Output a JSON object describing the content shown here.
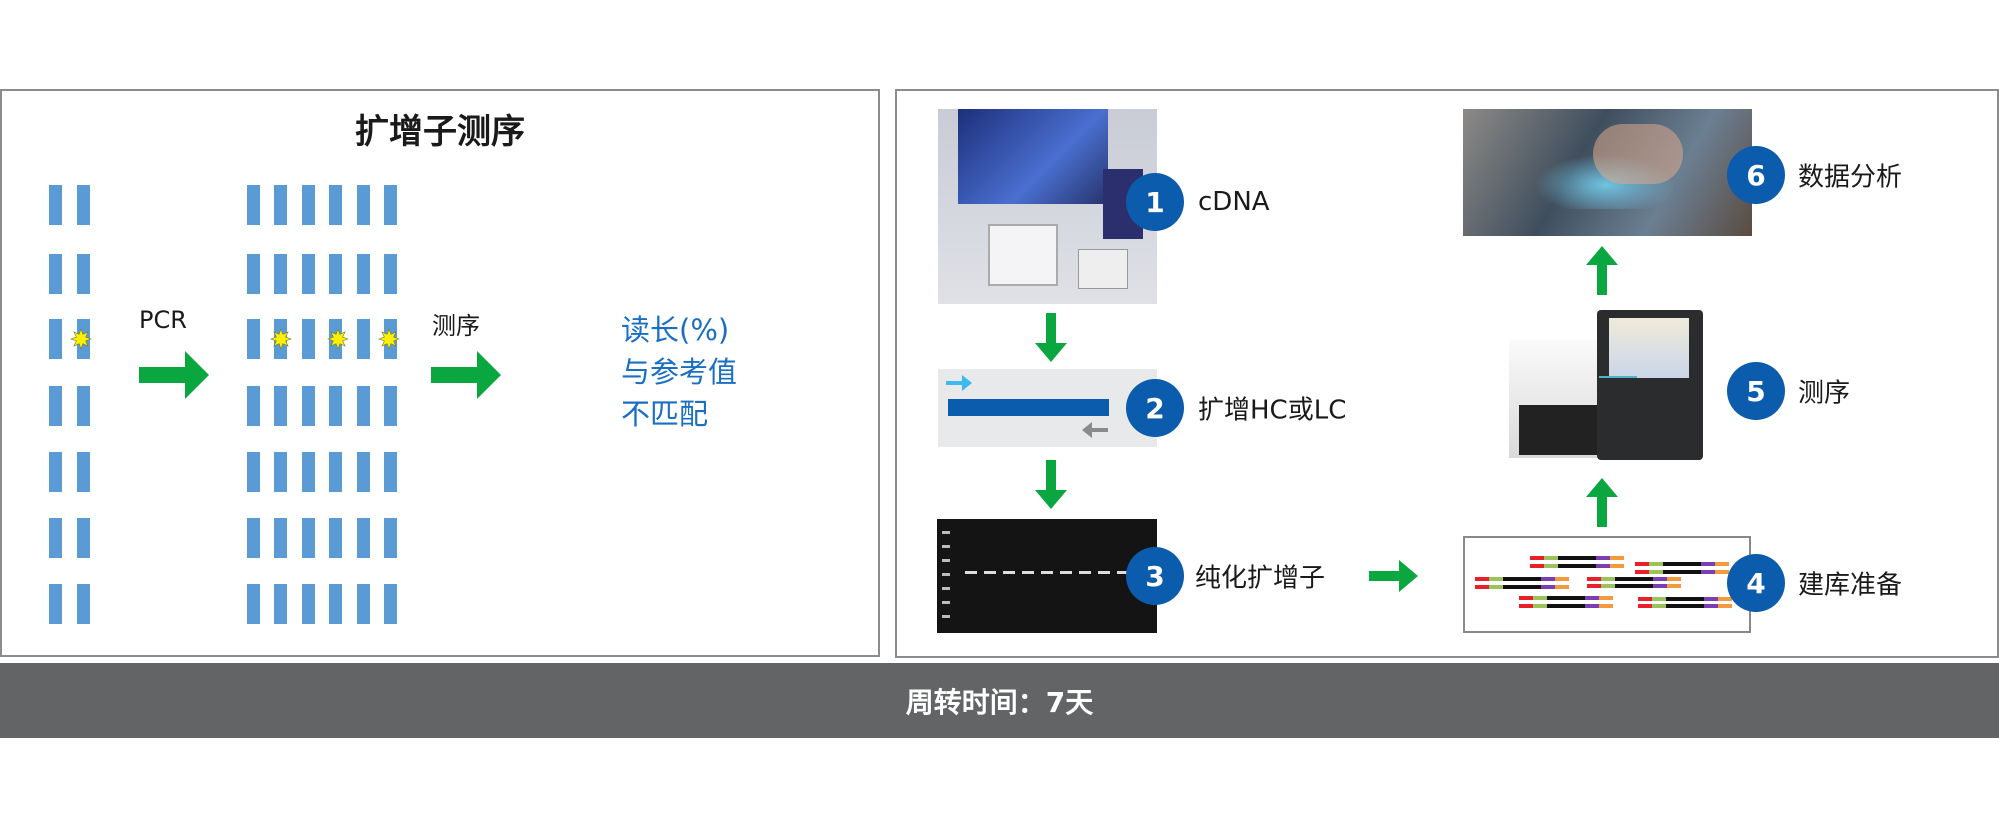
{
  "left_panel": {
    "title": "扩增子测序",
    "pcr_label": "PCR",
    "sequencing_label": "测序",
    "result_lines": [
      "读长(%)",
      "与参考值",
      "不匹配"
    ]
  },
  "right_panel": {
    "steps": [
      {
        "number": "1",
        "label": "cDNA"
      },
      {
        "number": "2",
        "label": "扩增HC或LC"
      },
      {
        "number": "3",
        "label": "纯化扩增子"
      },
      {
        "number": "4",
        "label": "建库准备"
      },
      {
        "number": "5",
        "label": "测序"
      },
      {
        "number": "6",
        "label": "数据分析"
      }
    ]
  },
  "footer": {
    "text": "周转时间：7天"
  },
  "colors": {
    "bar": "#5b9bd5",
    "arrow": "#0aa640",
    "circle": "#0b5cad",
    "accent_text": "#1a6fc4",
    "footer": "#636466"
  }
}
